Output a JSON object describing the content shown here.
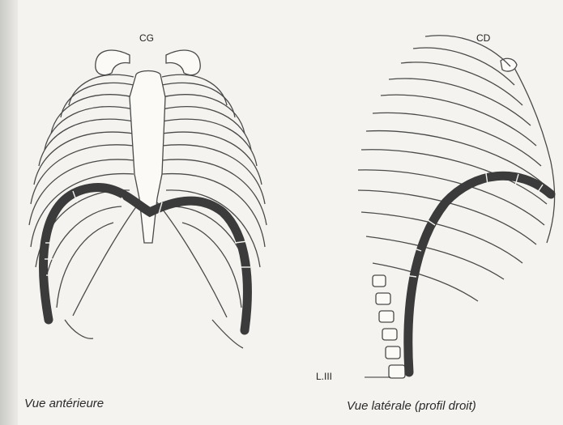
{
  "anterior": {
    "top_label": "CG",
    "caption": "Vue antérieure"
  },
  "lateral": {
    "top_label": "CD",
    "vertebra_label": "L.III",
    "caption": "Vue latérale (profil droit)"
  }
}
